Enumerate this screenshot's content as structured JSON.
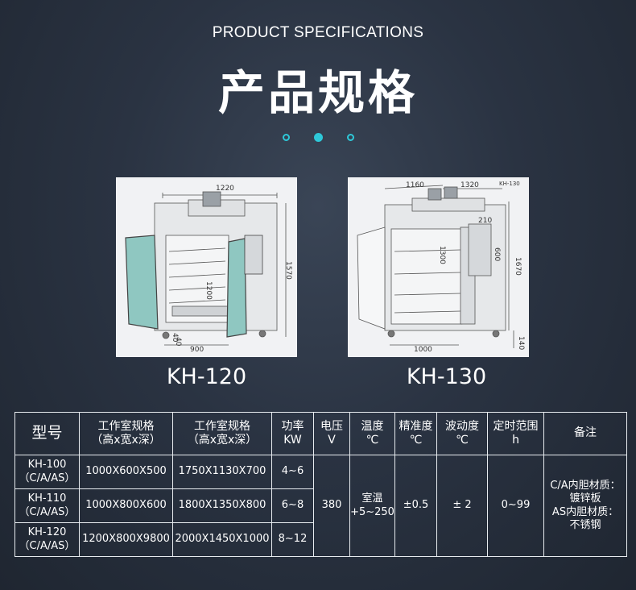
{
  "header": {
    "subtitle": "PRODUCT SPECIFICATIONS",
    "title": "产品规格",
    "accent_color": "#2ec8d8"
  },
  "products": [
    {
      "model": "KH-120",
      "drawing_labels": [
        "1220",
        "1570",
        "1200",
        "900",
        "40",
        "40"
      ]
    },
    {
      "model": "KH-130",
      "drawing_labels": [
        "KH-130",
        "1160",
        "1320",
        "210",
        "600",
        "1300",
        "1670",
        "1000",
        "140"
      ]
    }
  ],
  "table": {
    "headers": [
      [
        "型号"
      ],
      [
        "工作室规格",
        "（高x宽x深）"
      ],
      [
        "工作室规格",
        "（高x宽x深）"
      ],
      [
        "功率",
        "KW"
      ],
      [
        "电压",
        "V"
      ],
      [
        "温度",
        "℃"
      ],
      [
        "精准度",
        "℃"
      ],
      [
        "波动度",
        "℃"
      ],
      [
        "定时范围",
        "h"
      ],
      [
        "备注"
      ]
    ],
    "rows": [
      {
        "model": [
          "KH-100",
          "（C/A/AS）"
        ],
        "inner": "1000X600X500",
        "outer": "1750X1130X700",
        "power": "4~6"
      },
      {
        "model": [
          "KH-110",
          "（C/A/AS）"
        ],
        "inner": "1000X800X600",
        "outer": "1800X1350X800",
        "power": "6~8"
      },
      {
        "model": [
          "KH-120",
          "（C/A/AS）"
        ],
        "inner": "1200X800X9800",
        "outer": "2000X1450X1000",
        "power": "8~12"
      }
    ],
    "shared": {
      "voltage": "380",
      "temperature": [
        "室温",
        "+5~250"
      ],
      "accuracy": "±0.5",
      "fluctuation": "± 2",
      "timer": "0~99",
      "remarks": [
        "C/A内胆材质：",
        "镀锌板",
        "AS内胆材质：",
        "不锈钢"
      ]
    }
  }
}
